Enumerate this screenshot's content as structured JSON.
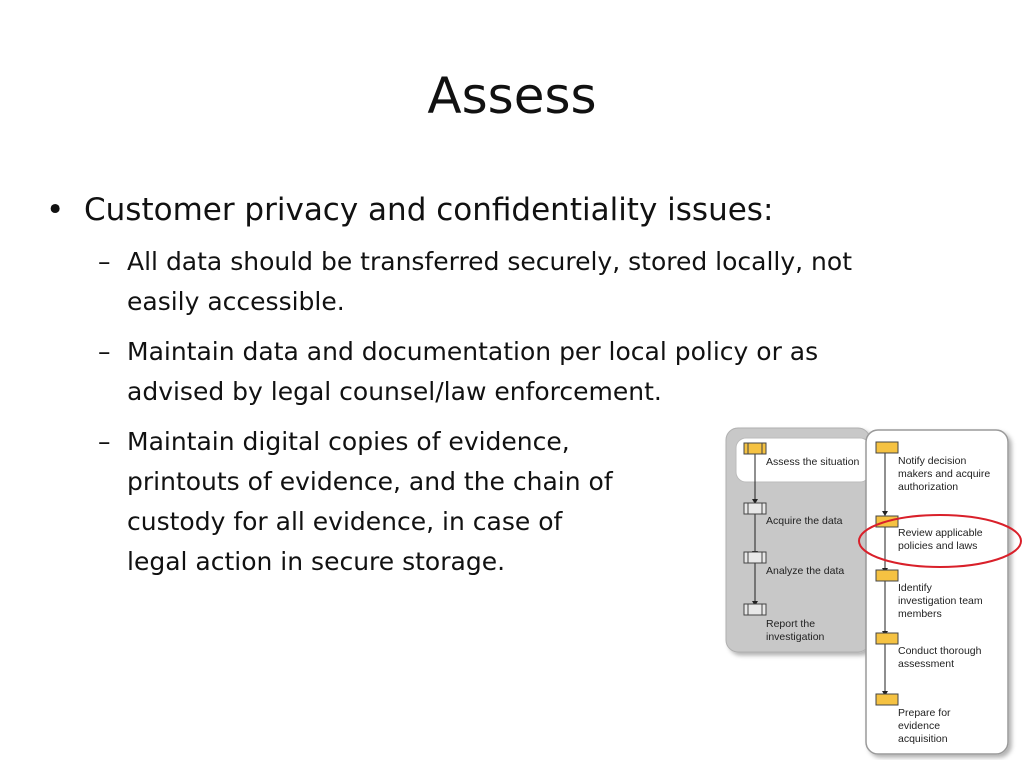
{
  "slide": {
    "title": "Assess",
    "bullet": "Customer privacy and confidentiality issues:",
    "bullet_marker": "•",
    "sub_marker": "–",
    "sub_items": [
      {
        "lines": [
          "All data should be transferred securely, stored locally, not",
          "easily accessible."
        ]
      },
      {
        "lines": [
          "Maintain data and documentation per local policy or as",
          "advised by legal counsel/law enforcement."
        ]
      },
      {
        "lines": [
          "Maintain digital copies of evidence,",
          "printouts of evidence, and the chain of",
          "custody for all evidence, in case of",
          "legal action in secure storage."
        ]
      }
    ]
  },
  "diagram": {
    "left_steps": [
      {
        "lines": [
          "Assess the situation"
        ]
      },
      {
        "lines": [
          "Acquire the data"
        ]
      },
      {
        "lines": [
          "Analyze the data"
        ]
      },
      {
        "lines": [
          "Report the",
          "investigation"
        ]
      }
    ],
    "right_steps": [
      {
        "lines": [
          "Notify decision",
          "makers and acquire",
          "authorization"
        ]
      },
      {
        "lines": [
          "Review applicable",
          "policies and laws"
        ]
      },
      {
        "lines": [
          "Identify",
          "investigation team",
          "members"
        ]
      },
      {
        "lines": [
          "Conduct thorough",
          "assessment"
        ]
      },
      {
        "lines": [
          "Prepare for",
          "evidence",
          "acquisition"
        ]
      }
    ],
    "colors": {
      "left_panel": "#c8c8c8",
      "right_panel": "#ffffff",
      "step_box": "#f5c242",
      "highlight_ring": "#d9202a"
    }
  }
}
